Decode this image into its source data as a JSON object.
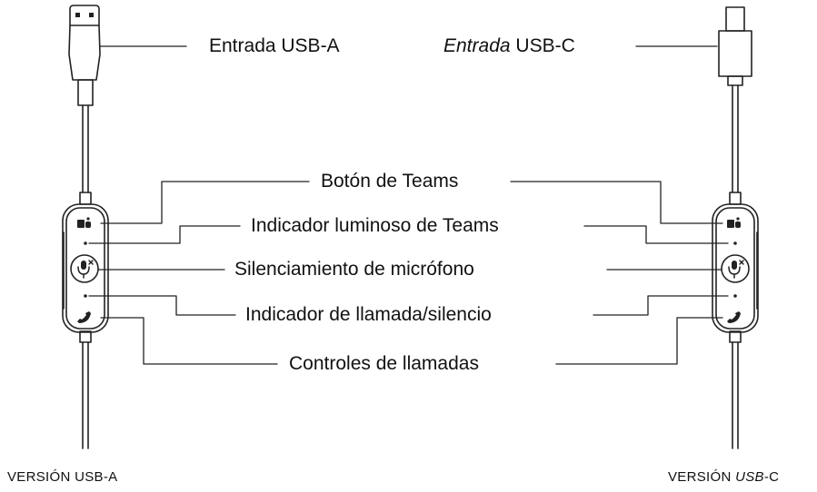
{
  "labels": {
    "usb_a_input": "Entrada USB-A",
    "usb_c_input_italic": "Entrada",
    "usb_c_input_rest": " USB-C",
    "teams_button": "Botón de Teams",
    "teams_light": "Indicador luminoso de Teams",
    "mic_mute": "Silenciamiento de micrófono",
    "call_indicator": "Indicador de llamada/silencio",
    "call_controls": "Controles de llamadas"
  },
  "versions": {
    "usb_a": "VERSIÓN USB-A",
    "usb_c_prefix": "VERSIÓN ",
    "usb_c_italic": "USB",
    "usb_c_suffix": "-C"
  },
  "icons": {
    "teams": "teams-logo-icon",
    "mute": "microphone-mute-icon",
    "call": "phone-handset-icon",
    "led": "led-dot-icon"
  },
  "colors": {
    "line": "#222222",
    "text": "#111111",
    "background": "#ffffff"
  }
}
